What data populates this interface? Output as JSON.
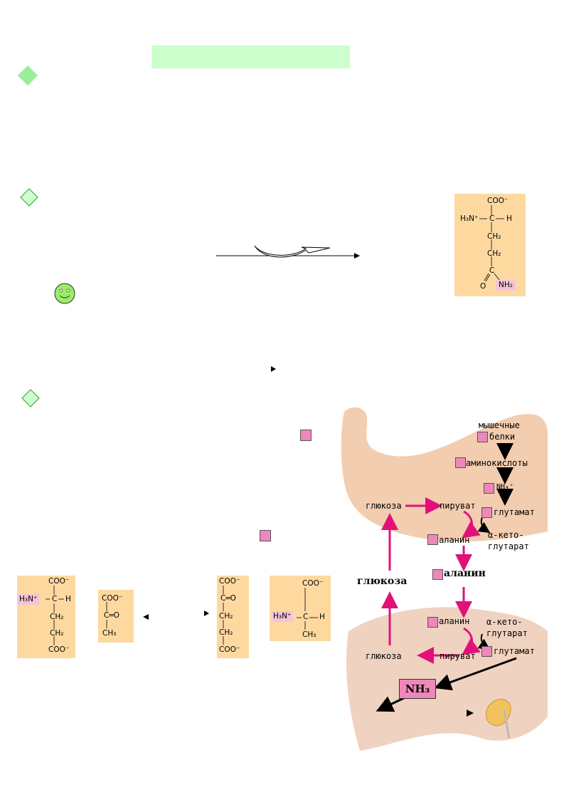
{
  "glutamine": {
    "coo": "COO⁻",
    "h3n": "H₃N⁺",
    "c": "C",
    "h": "H",
    "ch2a": "CH₂",
    "ch2b": "CH₂",
    "c2": "C",
    "o": "O",
    "nh2": "NH₂"
  },
  "glutamate_mol": {
    "coo1": "COO⁻",
    "h3n": "H₃N⁺",
    "c": "C",
    "h": "H",
    "ch2a": "CH₂",
    "ch2b": "CH₂",
    "coo2": "COO⁻"
  },
  "pyruvate_mol": {
    "coo": "COO⁻",
    "co": "C═O",
    "ch3": "CH₃"
  },
  "ketoglutarate_mol": {
    "coo1": "COO⁻",
    "co": "C═O",
    "ch2a": "CH₂",
    "ch2b": "CH₂",
    "coo2": "COO⁻"
  },
  "alanine_mol": {
    "coo": "COO⁻",
    "h3n": "H₃N⁺",
    "c": "C",
    "h": "H",
    "ch3": "CH₃"
  },
  "cycle": {
    "muscle_proteins_1": "мышечные",
    "muscle_proteins_2": "белки",
    "amino_acids": "аминокислоты",
    "ammonium": "NH₄⁺",
    "glucose_top": "глюкоза",
    "pyruvate_top": "пируват",
    "glutamate_top": "глутамат",
    "alanine_top": "аланин",
    "akg_top_1": "α-кето-",
    "akg_top_2": "глутарат",
    "alanine_mid": "аланин",
    "glucose_mid": "глюкоза",
    "alanine_bottom": "аланин",
    "akg_bottom_1": "α-кето-",
    "akg_bottom_2": "глутарат",
    "glucose_bottom": "глюкоза",
    "pyruvate_bottom": "пируват",
    "glutamate_bottom": "глутамат",
    "nh3": "NH₃"
  },
  "colors": {
    "title_bar": "#ccffcc",
    "bullet": "#ccffcc",
    "molecule_bg": "#fdd9a0",
    "pink_marker": "#ee88bb",
    "arrow_pink": "#e0127a",
    "muscle": "#f2cdb0",
    "liver": "#f0d2c0",
    "smiley": "#99ee66"
  }
}
